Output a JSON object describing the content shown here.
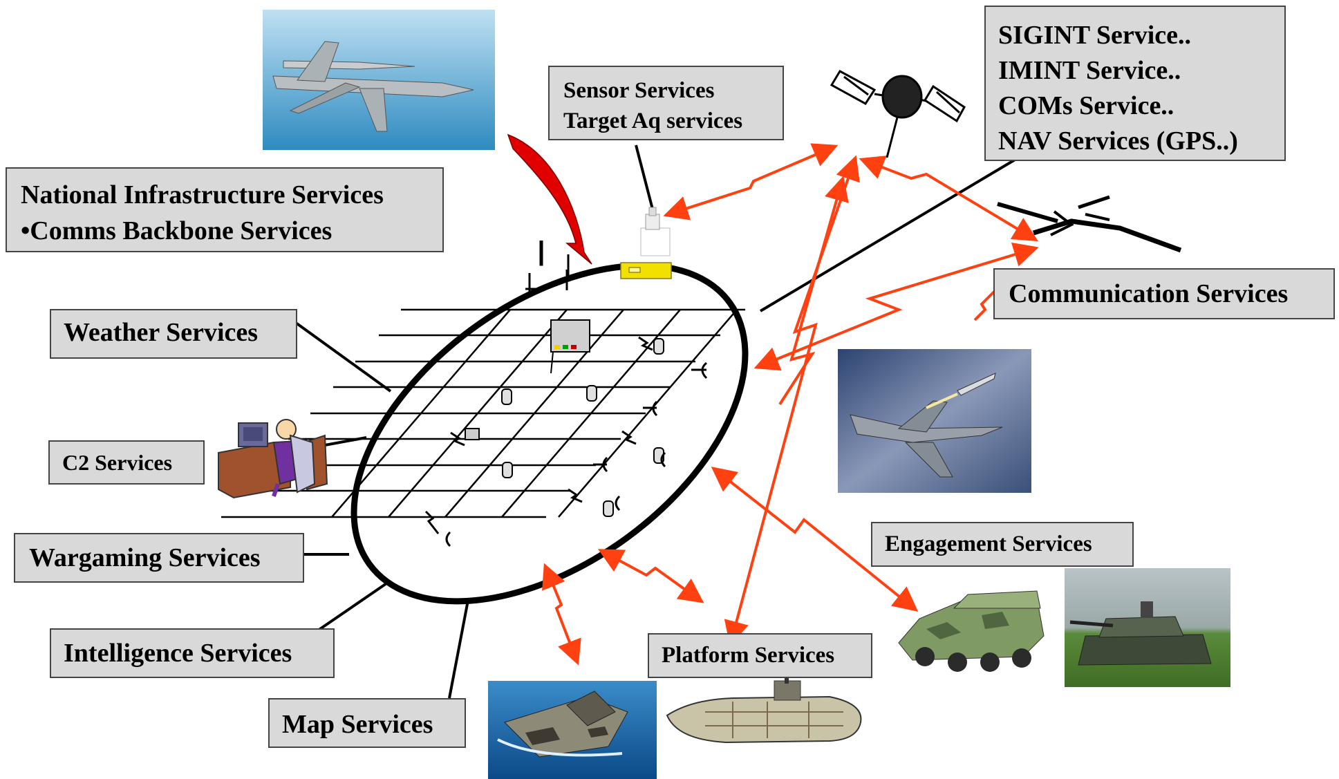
{
  "diagram": {
    "labels": {
      "national": [
        "National Infrastructure Services",
        "•Comms Backbone Services"
      ],
      "sensor": [
        "Sensor Services",
        "Target Aq services"
      ],
      "space": [
        "SIGINT Service..",
        "IMINT Service..",
        "COMs Service..",
        "NAV Services (GPS..)"
      ],
      "weather": "Weather Services",
      "c2": "C2 Services",
      "wargaming": "Wargaming Services",
      "intelligence": "Intelligence Services",
      "map": "Map Services",
      "communication": "Communication Services",
      "engagement": "Engagement Services",
      "platform": "Platform Services"
    },
    "colors": {
      "box_fill": "#d9d9d9",
      "box_border": "#444444",
      "ring": "#000000",
      "link_arrow": "#ff4010",
      "sensor_plate": "#f2e000",
      "curved_arrow": "#e00000"
    },
    "icons": [
      "aircraft-photo",
      "satellite-icon",
      "uav-icon",
      "fighter-jet-photo",
      "armored-vehicle-photo",
      "tank-photo",
      "submarine-photo",
      "stealth-boat-photo",
      "operator-workstation-icon",
      "sensor-mast-icon",
      "antenna-icon",
      "server-icon",
      "database-icon",
      "radio-antenna-icon"
    ]
  }
}
